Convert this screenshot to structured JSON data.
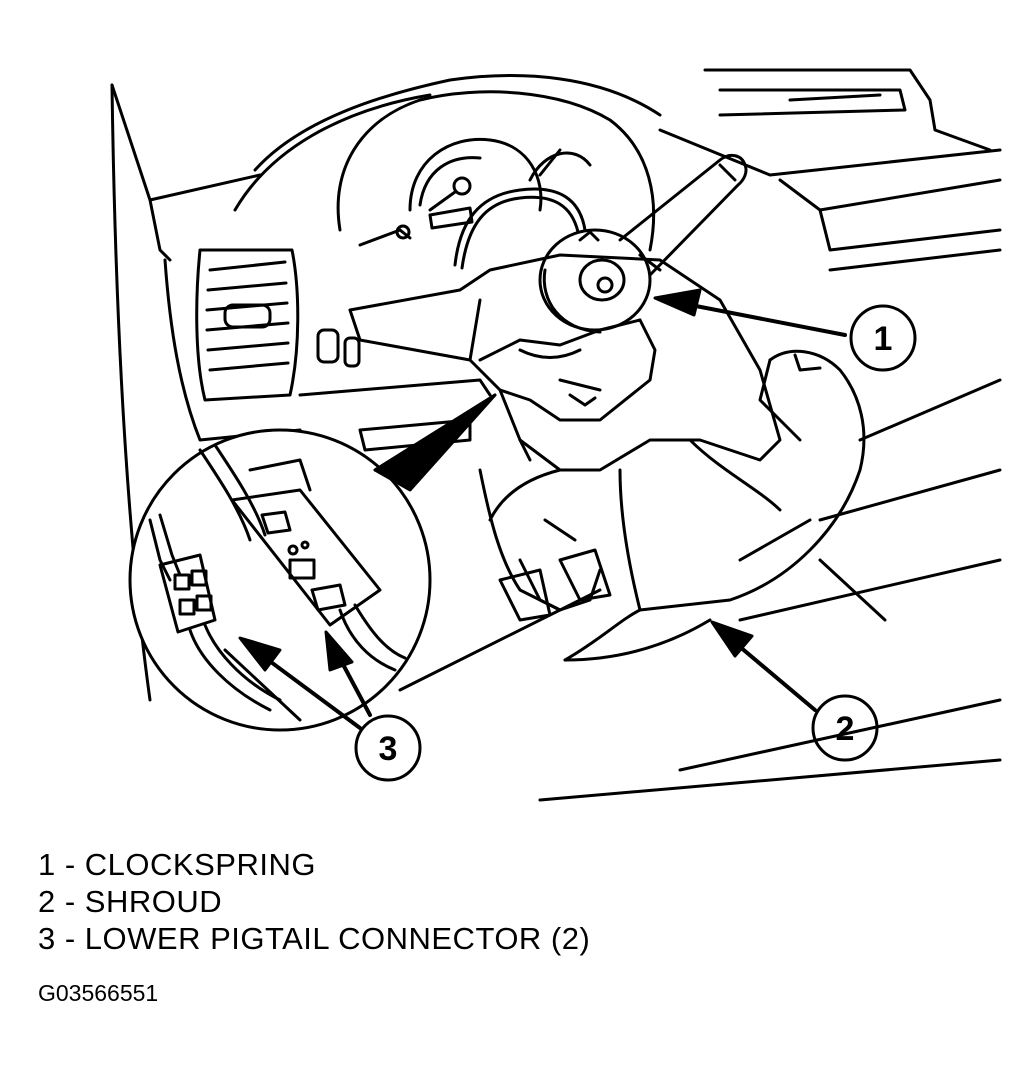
{
  "callouts": [
    "1",
    "2",
    "3"
  ],
  "legend": [
    "1 - CLOCKSPRING",
    "2 - SHROUD",
    "3 - LOWER PIGTAIL CONNECTOR (2)"
  ],
  "figure_id": "G03566551"
}
